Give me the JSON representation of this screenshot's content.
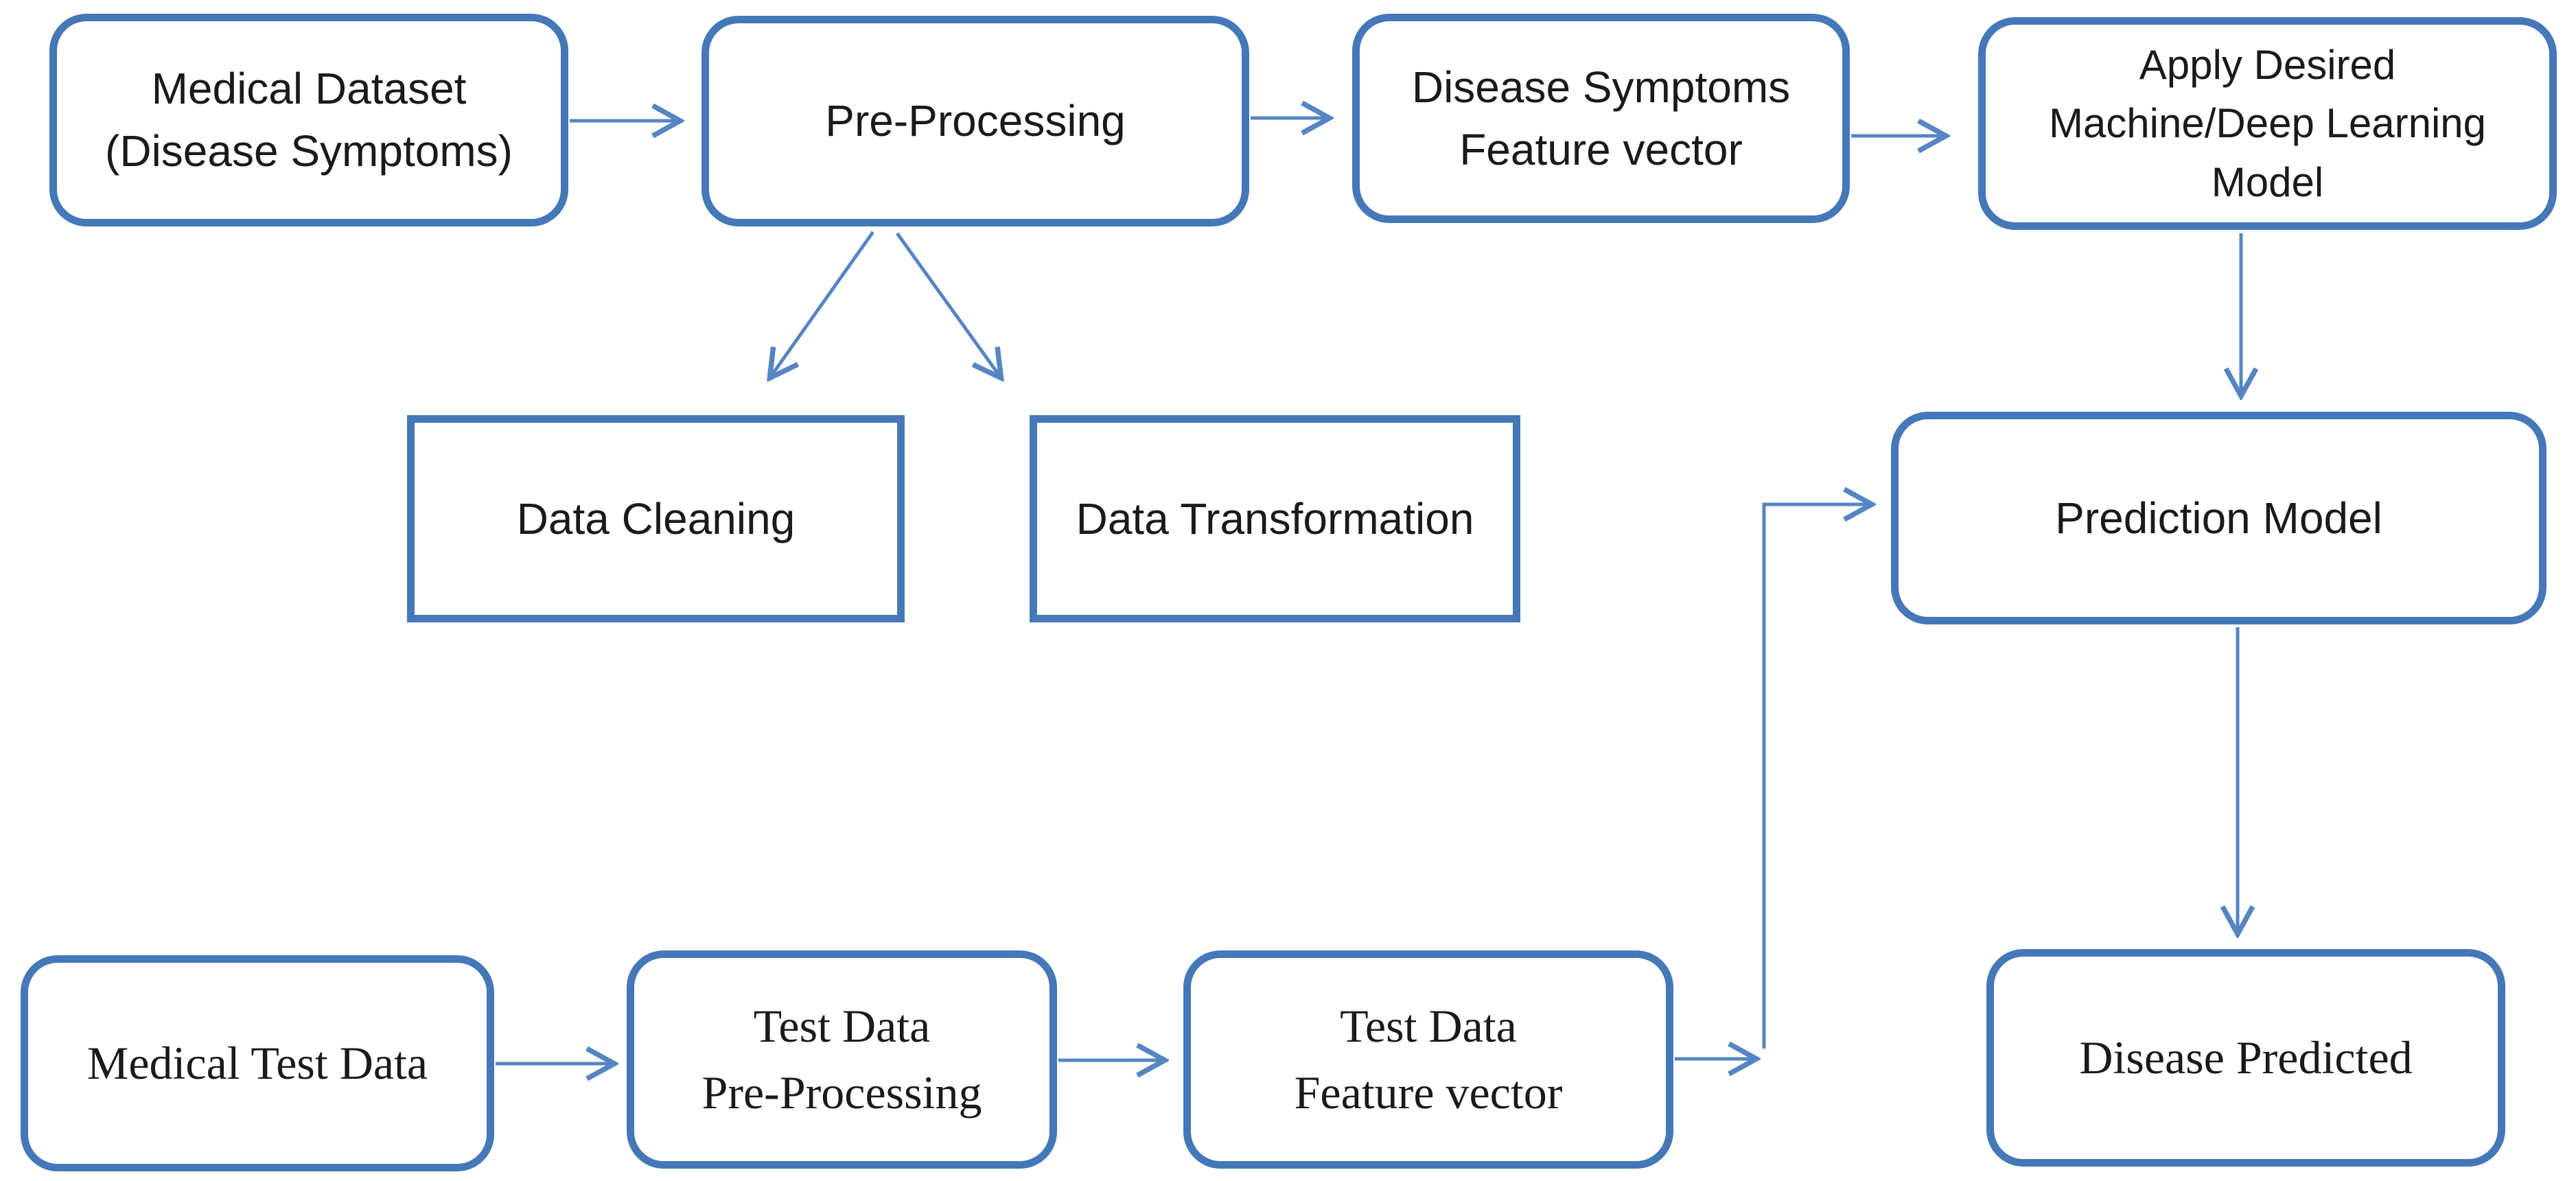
{
  "diagram": {
    "type": "flowchart",
    "colors": {
      "box_border": "#4478b8",
      "connector": "#5585c2",
      "text": "#1a1a1a",
      "background": "#ffffff"
    },
    "nodes": [
      {
        "id": "medical-dataset",
        "label": "Medical Dataset\n(Disease Symptoms)",
        "shape": "rounded",
        "font": "sans"
      },
      {
        "id": "pre-processing",
        "label": "Pre-Processing",
        "shape": "rounded",
        "font": "sans"
      },
      {
        "id": "disease-symptoms-feature-vector",
        "label": "Disease Symptoms\nFeature vector",
        "shape": "rounded",
        "font": "sans"
      },
      {
        "id": "apply-model",
        "label": "Apply Desired\nMachine/Deep Learning\nModel",
        "shape": "rounded",
        "font": "sans"
      },
      {
        "id": "prediction-model",
        "label": "Prediction Model",
        "shape": "rounded",
        "font": "sans"
      },
      {
        "id": "data-cleaning",
        "label": "Data Cleaning",
        "shape": "square",
        "font": "sans"
      },
      {
        "id": "data-transformation",
        "label": "Data Transformation",
        "shape": "square",
        "font": "sans"
      },
      {
        "id": "medical-test-data",
        "label": "Medical Test Data",
        "shape": "rounded",
        "font": "serif"
      },
      {
        "id": "test-data-pre-processing",
        "label": "Test Data\nPre-Processing",
        "shape": "rounded",
        "font": "serif"
      },
      {
        "id": "test-data-feature-vector",
        "label": "Test Data\nFeature vector",
        "shape": "rounded",
        "font": "serif"
      },
      {
        "id": "disease-predicted",
        "label": "Disease Predicted",
        "shape": "rounded",
        "font": "serif"
      }
    ],
    "edges": [
      {
        "from": "medical-dataset",
        "to": "pre-processing"
      },
      {
        "from": "pre-processing",
        "to": "disease-symptoms-feature-vector"
      },
      {
        "from": "disease-symptoms-feature-vector",
        "to": "apply-model"
      },
      {
        "from": "apply-model",
        "to": "prediction-model"
      },
      {
        "from": "pre-processing",
        "to": "data-cleaning"
      },
      {
        "from": "pre-processing",
        "to": "data-transformation"
      },
      {
        "from": "medical-test-data",
        "to": "test-data-pre-processing"
      },
      {
        "from": "test-data-pre-processing",
        "to": "test-data-feature-vector"
      },
      {
        "from": "test-data-feature-vector",
        "to": "prediction-model"
      },
      {
        "from": "prediction-model",
        "to": "disease-predicted"
      }
    ]
  }
}
